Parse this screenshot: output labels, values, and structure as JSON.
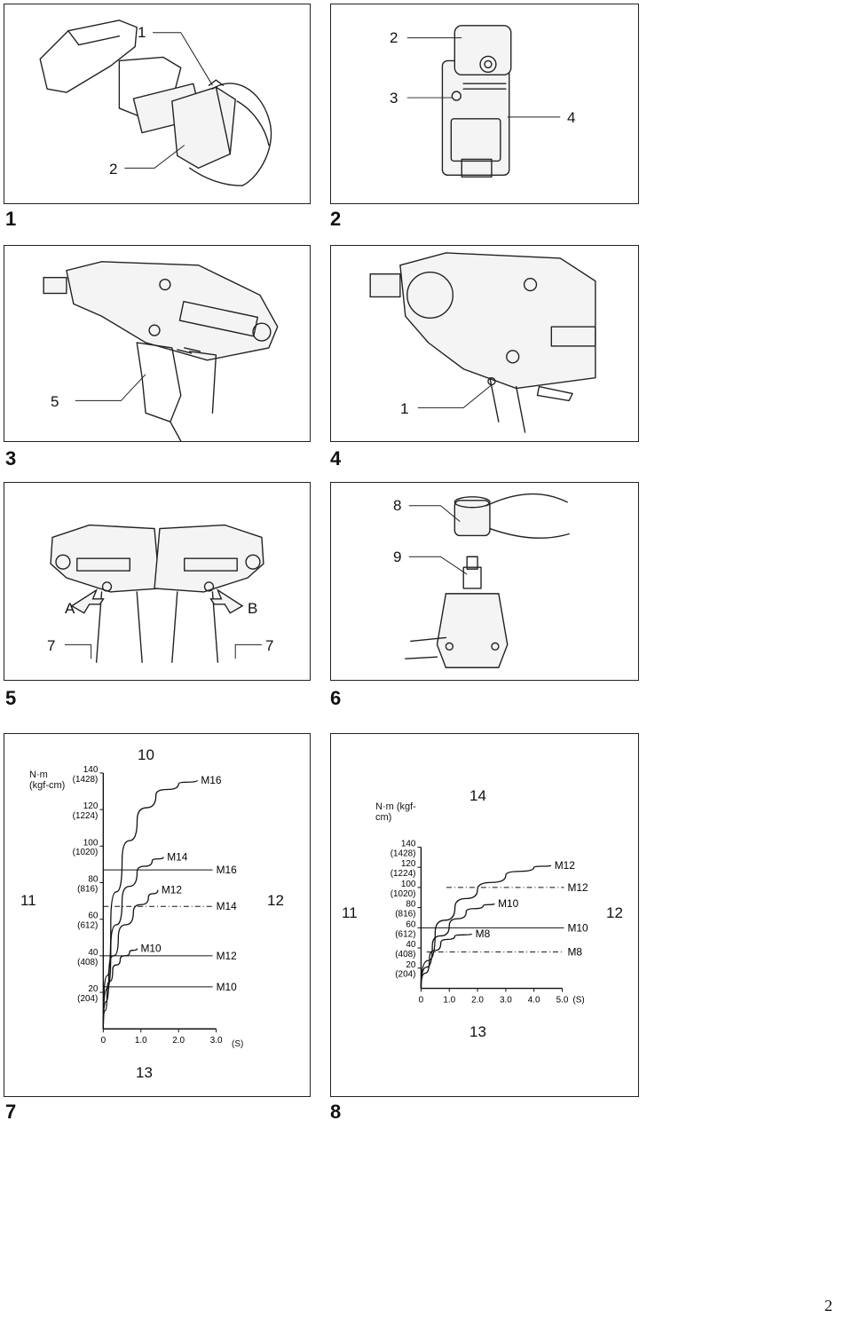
{
  "figures": [
    {
      "number": "1",
      "callouts": [
        "1",
        "2"
      ]
    },
    {
      "number": "2",
      "callouts": [
        "2",
        "3",
        "4"
      ]
    },
    {
      "number": "3",
      "callouts": [
        "5"
      ]
    },
    {
      "number": "4",
      "callouts": [
        "1"
      ]
    },
    {
      "number": "5",
      "callouts": [
        "A",
        "B",
        "7",
        "7"
      ]
    },
    {
      "number": "6",
      "callouts": [
        "8",
        "9"
      ]
    },
    {
      "number": "7",
      "callouts": [
        "10",
        "11",
        "12",
        "13"
      ]
    },
    {
      "number": "8",
      "callouts": [
        "14",
        "11",
        "12",
        "13"
      ]
    }
  ],
  "page_number": "2",
  "chart_data": [
    {
      "type": "line",
      "title": "",
      "ylabel": "N·m (kgf-cm)",
      "xlabel": "",
      "x_unit": "(S)",
      "xlim": [
        0,
        3.0
      ],
      "ylim": [
        0,
        140
      ],
      "xticks": [
        "0",
        "1.0",
        "2.0",
        "3.0"
      ],
      "yticks": [
        {
          "nm": "20",
          "kgf": "(204)",
          "value": 20
        },
        {
          "nm": "40",
          "kgf": "(408)",
          "value": 40
        },
        {
          "nm": "60",
          "kgf": "(612)",
          "value": 60
        },
        {
          "nm": "80",
          "kgf": "(816)",
          "value": 80
        },
        {
          "nm": "100",
          "kgf": "(1020)",
          "value": 100
        },
        {
          "nm": "120",
          "kgf": "(1224)",
          "value": 120
        },
        {
          "nm": "140",
          "kgf": "(1428)",
          "value": 140
        }
      ],
      "series": [
        {
          "name": "M16",
          "points": [
            [
              0,
              0
            ],
            [
              0.2,
              58
            ],
            [
              0.5,
              92
            ],
            [
              0.9,
              114
            ],
            [
              1.4,
              128
            ],
            [
              2.0,
              134
            ],
            [
              2.5,
              136
            ]
          ]
        },
        {
          "name": "M14",
          "points": [
            [
              0,
              0
            ],
            [
              0.2,
              44
            ],
            [
              0.5,
              70
            ],
            [
              0.9,
              86
            ],
            [
              1.3,
              92
            ],
            [
              1.6,
              94
            ]
          ]
        },
        {
          "name": "M12",
          "points": [
            [
              0,
              0
            ],
            [
              0.15,
              30
            ],
            [
              0.4,
              50
            ],
            [
              0.8,
              64
            ],
            [
              1.2,
              72
            ],
            [
              1.45,
              76
            ]
          ]
        },
        {
          "name": "M10",
          "points": [
            [
              0,
              0
            ],
            [
              0.1,
              20
            ],
            [
              0.25,
              32
            ],
            [
              0.45,
              38
            ],
            [
              0.7,
              42
            ],
            [
              0.9,
              44
            ]
          ]
        }
      ],
      "reference_lines": [
        {
          "name": "M16",
          "value": 87
        },
        {
          "name": "M14",
          "value": 67
        },
        {
          "name": "M12",
          "value": 40
        },
        {
          "name": "M10",
          "value": 23
        }
      ],
      "callouts": {
        "top": "10",
        "left": "11",
        "right": "12",
        "bottom": "13"
      }
    },
    {
      "type": "line",
      "title": "",
      "ylabel": "N·m (kgf-cm)",
      "xlabel": "",
      "x_unit": "(S)",
      "xlim": [
        0,
        5.0
      ],
      "ylim": [
        0,
        140
      ],
      "xticks": [
        "0",
        "1.0",
        "2.0",
        "3.0",
        "4.0",
        "5.0"
      ],
      "yticks": [
        {
          "nm": "20",
          "kgf": "(204)",
          "value": 20
        },
        {
          "nm": "40",
          "kgf": "(408)",
          "value": 40
        },
        {
          "nm": "60",
          "kgf": "(612)",
          "value": 60
        },
        {
          "nm": "80",
          "kgf": "(816)",
          "value": 80
        },
        {
          "nm": "100",
          "kgf": "(1020)",
          "value": 100
        },
        {
          "nm": "120",
          "kgf": "(1224)",
          "value": 120
        },
        {
          "nm": "140",
          "kgf": "(1428)",
          "value": 140
        }
      ],
      "series": [
        {
          "name": "M12",
          "points": [
            [
              0,
              0
            ],
            [
              0.5,
              55
            ],
            [
              1.2,
              80
            ],
            [
              2.0,
              98
            ],
            [
              3.0,
              112
            ],
            [
              4.0,
              120
            ],
            [
              4.6,
              122
            ]
          ]
        },
        {
          "name": "M10",
          "points": [
            [
              0,
              0
            ],
            [
              0.4,
              42
            ],
            [
              1.0,
              62
            ],
            [
              1.6,
              76
            ],
            [
              2.2,
              82
            ],
            [
              2.6,
              84
            ]
          ]
        },
        {
          "name": "M8",
          "points": [
            [
              0,
              0
            ],
            [
              0.3,
              30
            ],
            [
              0.7,
              45
            ],
            [
              1.2,
              52
            ],
            [
              1.8,
              54
            ]
          ]
        }
      ],
      "reference_lines": [
        {
          "name": "M12",
          "value": 100
        },
        {
          "name": "M10",
          "value": 60
        },
        {
          "name": "M8",
          "value": 36
        }
      ],
      "callouts": {
        "top": "14",
        "left": "11",
        "right": "12",
        "bottom": "13"
      }
    }
  ]
}
